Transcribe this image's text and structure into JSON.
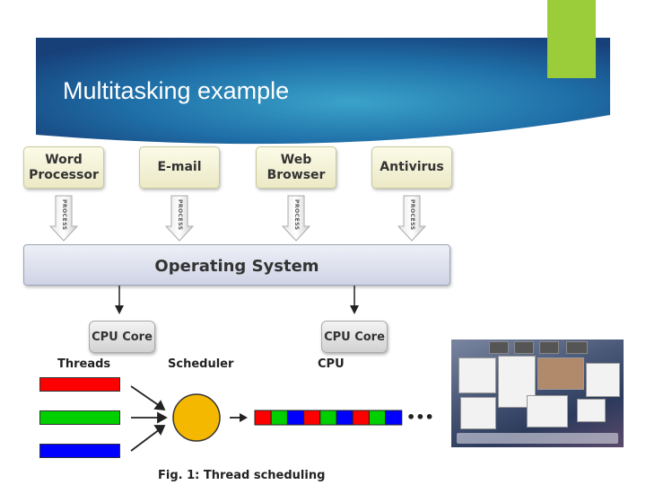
{
  "header": {
    "title": "Multitasking example",
    "accent_color": "#9bcc3a",
    "bg_color": "#1f5d97"
  },
  "processes": [
    {
      "label_line1": "Word",
      "label_line2": "Processor"
    },
    {
      "label_line1": "E-mail",
      "label_line2": ""
    },
    {
      "label_line1": "Web",
      "label_line2": "Browser"
    },
    {
      "label_line1": "Antivirus",
      "label_line2": ""
    }
  ],
  "process_arrow_label": "PROCESS",
  "os": {
    "label": "Operating System"
  },
  "cpu_cores": [
    "CPU Core",
    "CPU Core"
  ],
  "scheduling": {
    "threads_label": "Threads",
    "scheduler_label": "Scheduler",
    "cpu_label": "CPU",
    "thread_colors": [
      "#ff0000",
      "#00d000",
      "#0000ff"
    ],
    "cpu_slots": [
      "#ff0000",
      "#00d000",
      "#0000ff",
      "#ff0000",
      "#00d000",
      "#0000ff",
      "#ff0000",
      "#00d000",
      "#0000ff"
    ],
    "ellipsis": "•••",
    "scheduler_color": "#f5b800"
  },
  "caption": "Fig. 1: Thread scheduling",
  "screenshot": {
    "kind": "desktop-spaces-thumbnail"
  }
}
